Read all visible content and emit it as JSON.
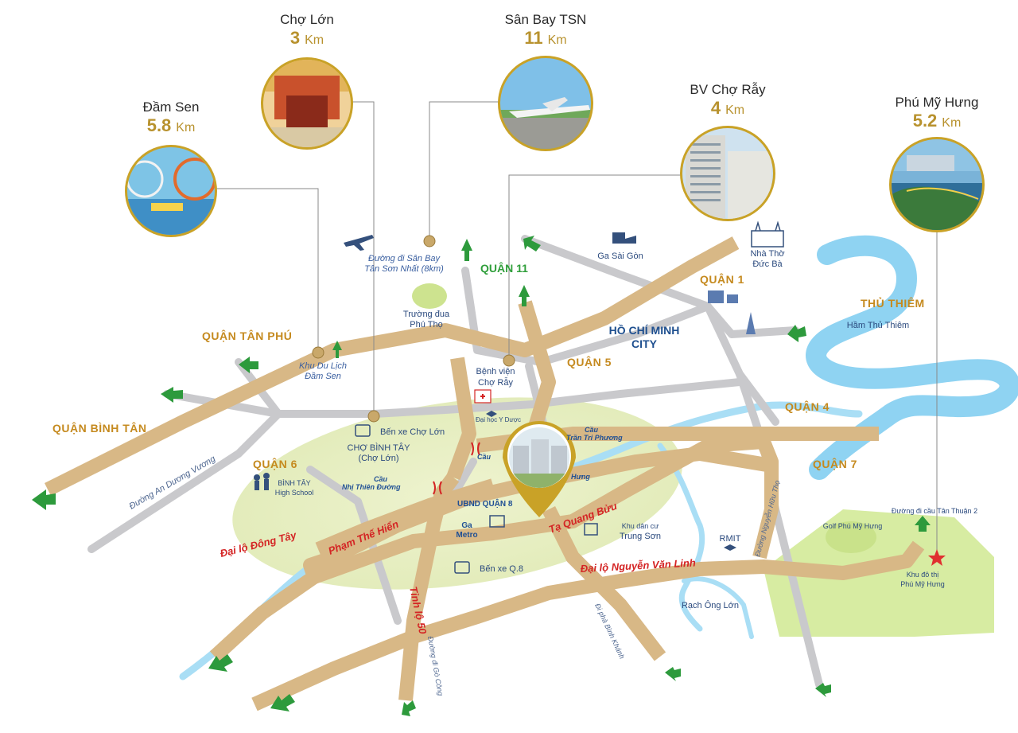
{
  "destinations": [
    {
      "name": "Đầm Sen",
      "value": "5.8",
      "unit": "Km"
    },
    {
      "name": "Chợ Lớn",
      "value": "3",
      "unit": "Km"
    },
    {
      "name": "Sân Bay TSN",
      "value": "11",
      "unit": "Km"
    },
    {
      "name": "BV Chợ Rẫy",
      "value": "4",
      "unit": "Km"
    },
    {
      "name": "Phú Mỹ Hưng",
      "value": "5.2",
      "unit": "Km"
    }
  ],
  "districts": {
    "q11": "QUẬN 11",
    "q1": "QUẬN 1",
    "thu_thiem": "THỦ THIÊM",
    "tan_phu": "QUẬN TÂN PHÚ",
    "q5": "QUẬN 5",
    "binh_tan": "QUẬN BÌNH TÂN",
    "q4": "QUẬN 4",
    "q6": "QUẬN 6",
    "q7": "QUẬN 7",
    "city_line1": "HỒ CHÍ MINH",
    "city_line2": "CITY"
  },
  "places": {
    "airport_road_1": "Đường đi Sân Bay",
    "airport_road_2": "Tân Sơn Nhất (8km)",
    "ga_sai_gon": "Ga Sài Gòn",
    "nha_tho_1": "Nhà Thờ",
    "nha_tho_2": "Đức Bà",
    "truong_dua_1": "Trường đua",
    "truong_dua_2": "Phú Thọ",
    "ham_thu_thiem": "Hầm Thủ Thiêm",
    "dam_sen_1": "Khu Du Lịch",
    "dam_sen_2": "Đầm Sen",
    "benh_vien_1": "Bệnh viện",
    "benh_vien_2": "Chợ Rẫy",
    "dai_hoc_y_duoc": "Đại học Y Dược",
    "ben_xe_cho_lon": "Bến xe Chợ Lớn",
    "cho_binh_tay_1": "CHỢ BÌNH TÂY",
    "cho_binh_tay_2": "(Chợ Lớn)",
    "binh_tay_hs_1": "BÌNH TÂY",
    "binh_tay_hs_2": "High School",
    "ubnd_q8": "UBND QUẬN 8",
    "ga_metro_1": "Ga",
    "ga_metro_2": "Metro",
    "khu_dan_cu_1": "Khu dân cư",
    "khu_dan_cu_2": "Trung Sơn",
    "ben_xe_q8": "Bến xe Q.8",
    "rmit": "RMIT",
    "rach_ong_lon": "Rạch Ông Lớn",
    "cau_tan_thuan": "Đường đi cầu Tân Thuận 2",
    "golf_pmh": "Golf Phú Mỹ Hưng",
    "khu_do_thi_1": "Khu đô thị",
    "khu_do_thi_2": "Phú Mỹ Hưng"
  },
  "bridges": {
    "tran_phuong_1": "Cầu",
    "tran_phuong_2": "Trần Tri Phương",
    "nhi_thien_1": "Cầu",
    "nhi_thien_2": "Nhị Thiên Đường",
    "cau_short": "Cầu",
    "hung": "Hưng"
  },
  "roads": {
    "dong_tay": "Đại lộ Đông Tây",
    "pham_the_hien": "Phạm Thế Hiển",
    "ta_quang_buu": "Tạ Quang Bửu",
    "nguyen_van_linh": "Đại lộ Nguyễn Văn Linh",
    "tinh_lo_50": "Tỉnh lộ 50",
    "an_duong_vuong": "Đường An Dương Vương",
    "nguyen_huu_tho": "Đường Nguyễn Hữu Thọ",
    "di_go_cong": "Đường đi Gò Công",
    "di_binh_khanh": "Đi phà Bình Khánh"
  },
  "colors": {
    "main_road": "#d8b886",
    "main_road_edge": "#c9a46c",
    "minor_road": "#c9c9cc",
    "river": "#8fd3f2",
    "green_zone": "#e6efbf",
    "pmh_zone": "#d7eca2",
    "arrow": "#2d9a3c",
    "gold": "#b8922e",
    "pin": "#c9a227",
    "district": "#c58a1f"
  },
  "icons": [
    "plane-icon",
    "train-icon",
    "church-icon",
    "hospital-icon",
    "bus-icon",
    "school-icon",
    "building-icon",
    "rmit-icon",
    "star-icon",
    "location-pin-icon",
    "arrow-icon"
  ]
}
